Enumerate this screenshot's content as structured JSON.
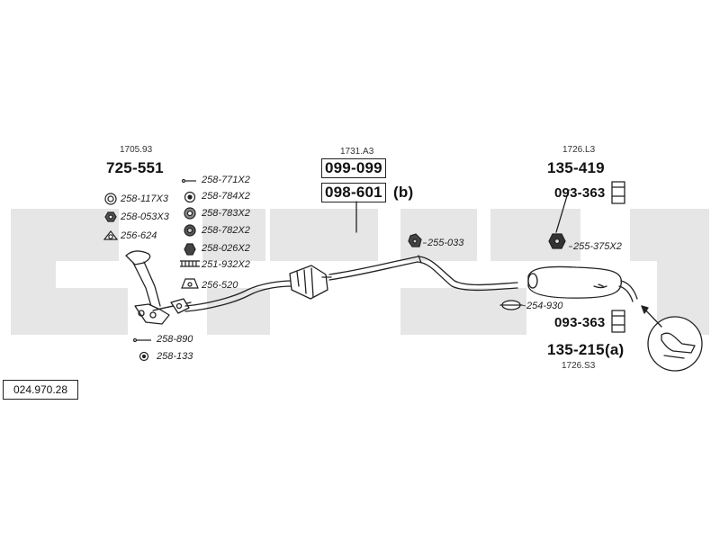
{
  "catalog_number": "024.970.28",
  "groups": [
    {
      "ref": "1705.93",
      "code": "725-551"
    },
    {
      "ref": "1731.A3",
      "codes": [
        "099-099",
        "098-601"
      ],
      "suffix": "(b)"
    },
    {
      "ref": "1726.L3",
      "code": "135-419"
    },
    {
      "ref": "1726.S3",
      "code": "135-215",
      "suffix": "(a)"
    }
  ],
  "parts": {
    "p258_117": "258-117X3",
    "p258_053": "258-053X3",
    "p256_624": "256-624",
    "p258_771": "258-771X2",
    "p258_784": "258-784X2",
    "p258_783": "258-783X2",
    "p258_782": "258-782X2",
    "p258_026": "258-026X2",
    "p251_932": "251-932X2",
    "p256_520": "256-520",
    "p258_890": "258-890",
    "p258_133": "258-133",
    "p255_033": "255-033",
    "p255_375": "255-375X2",
    "p254_930": "254-930",
    "p093_363_top": "093-363",
    "p093_363_bottom": "093-363"
  },
  "colors": {
    "line": "#222222",
    "watermark": "#e6e6e6"
  }
}
